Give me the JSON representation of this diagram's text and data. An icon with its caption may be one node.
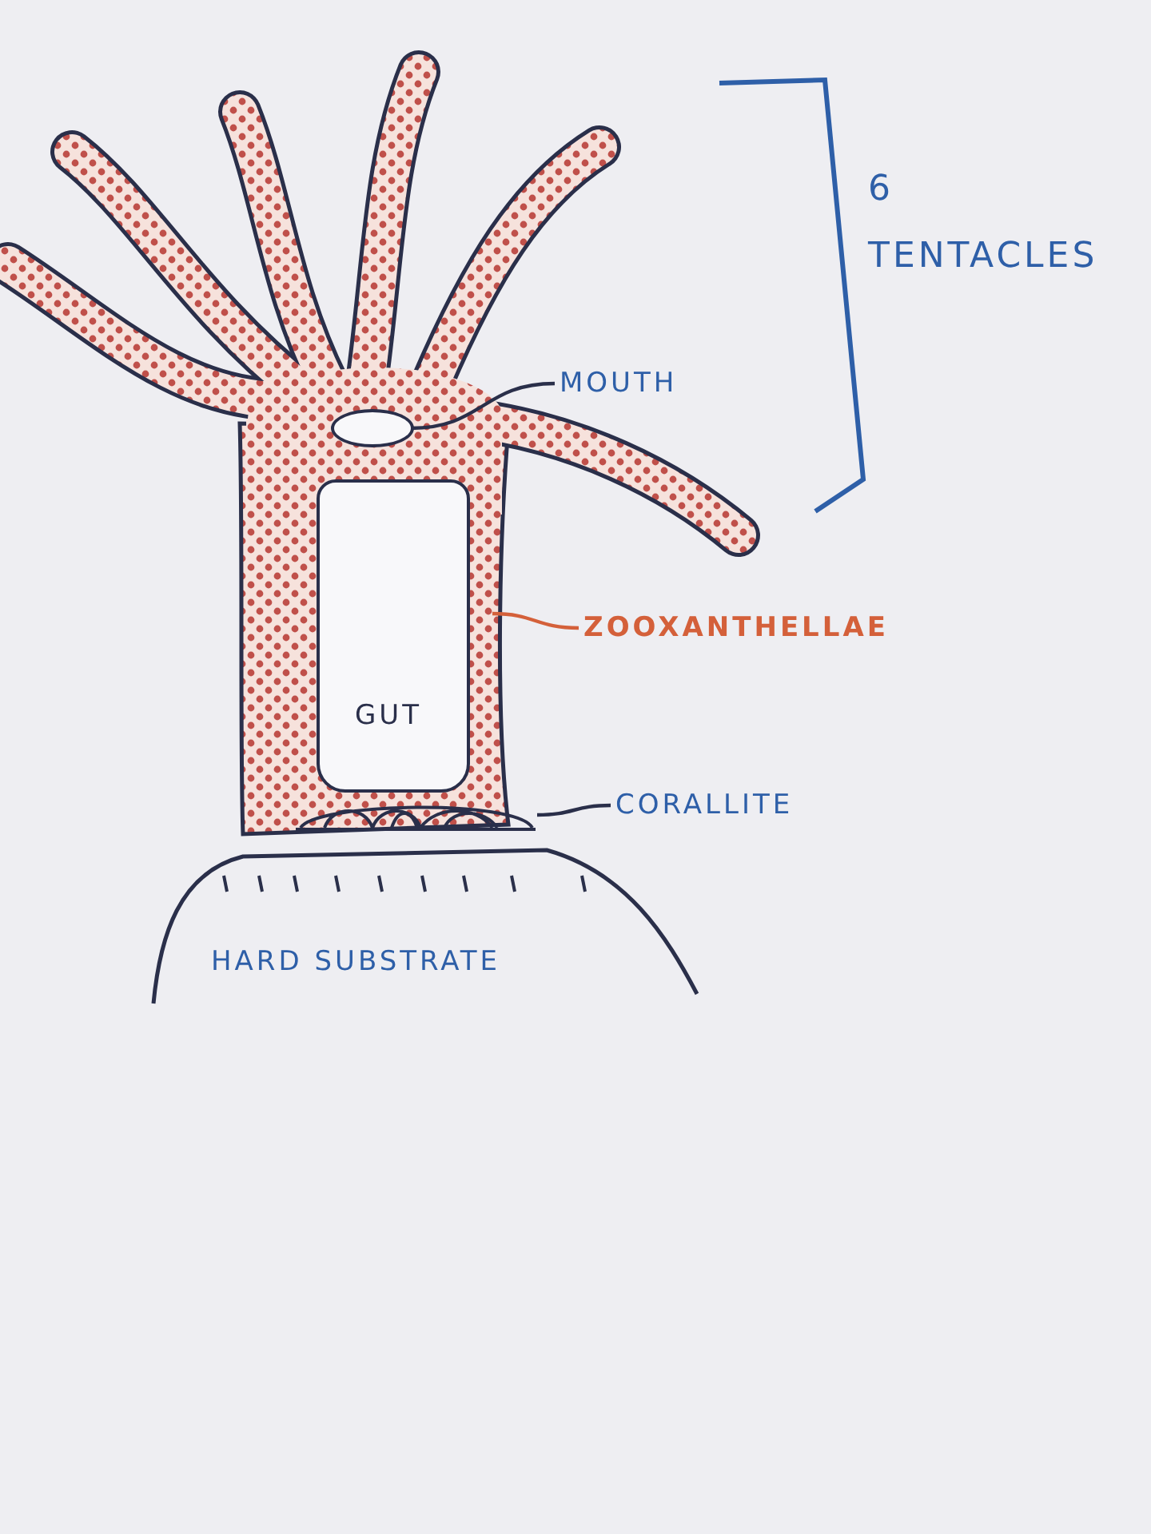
{
  "diagram": {
    "nodes": [
      {
        "text": [
          "MOUTH"
        ]
      },
      {
        "text": [],
        "shape": "oval"
      },
      {
        "text": [
          "ZOOXANTHELLAE"
        ]
      },
      {
        "text": [
          "GUT"
        ]
      },
      {
        "text": [
          "CORALLITE"
        ]
      },
      {
        "text": [],
        "shape": "picture"
      },
      {
        "text": [
          "HARD SUBSTRATE"
        ]
      }
    ],
    "edges": [
      {
        "from": 0,
        "to": 1,
        "arrow": "none"
      },
      {
        "from": 2,
        "to": null,
        "arrow": "none",
        "color": "#d4603a"
      },
      {
        "from": 4,
        "to": 5,
        "arrow": "none"
      }
    ],
    "labels": [
      "6 TENTACLES"
    ]
  }
}
